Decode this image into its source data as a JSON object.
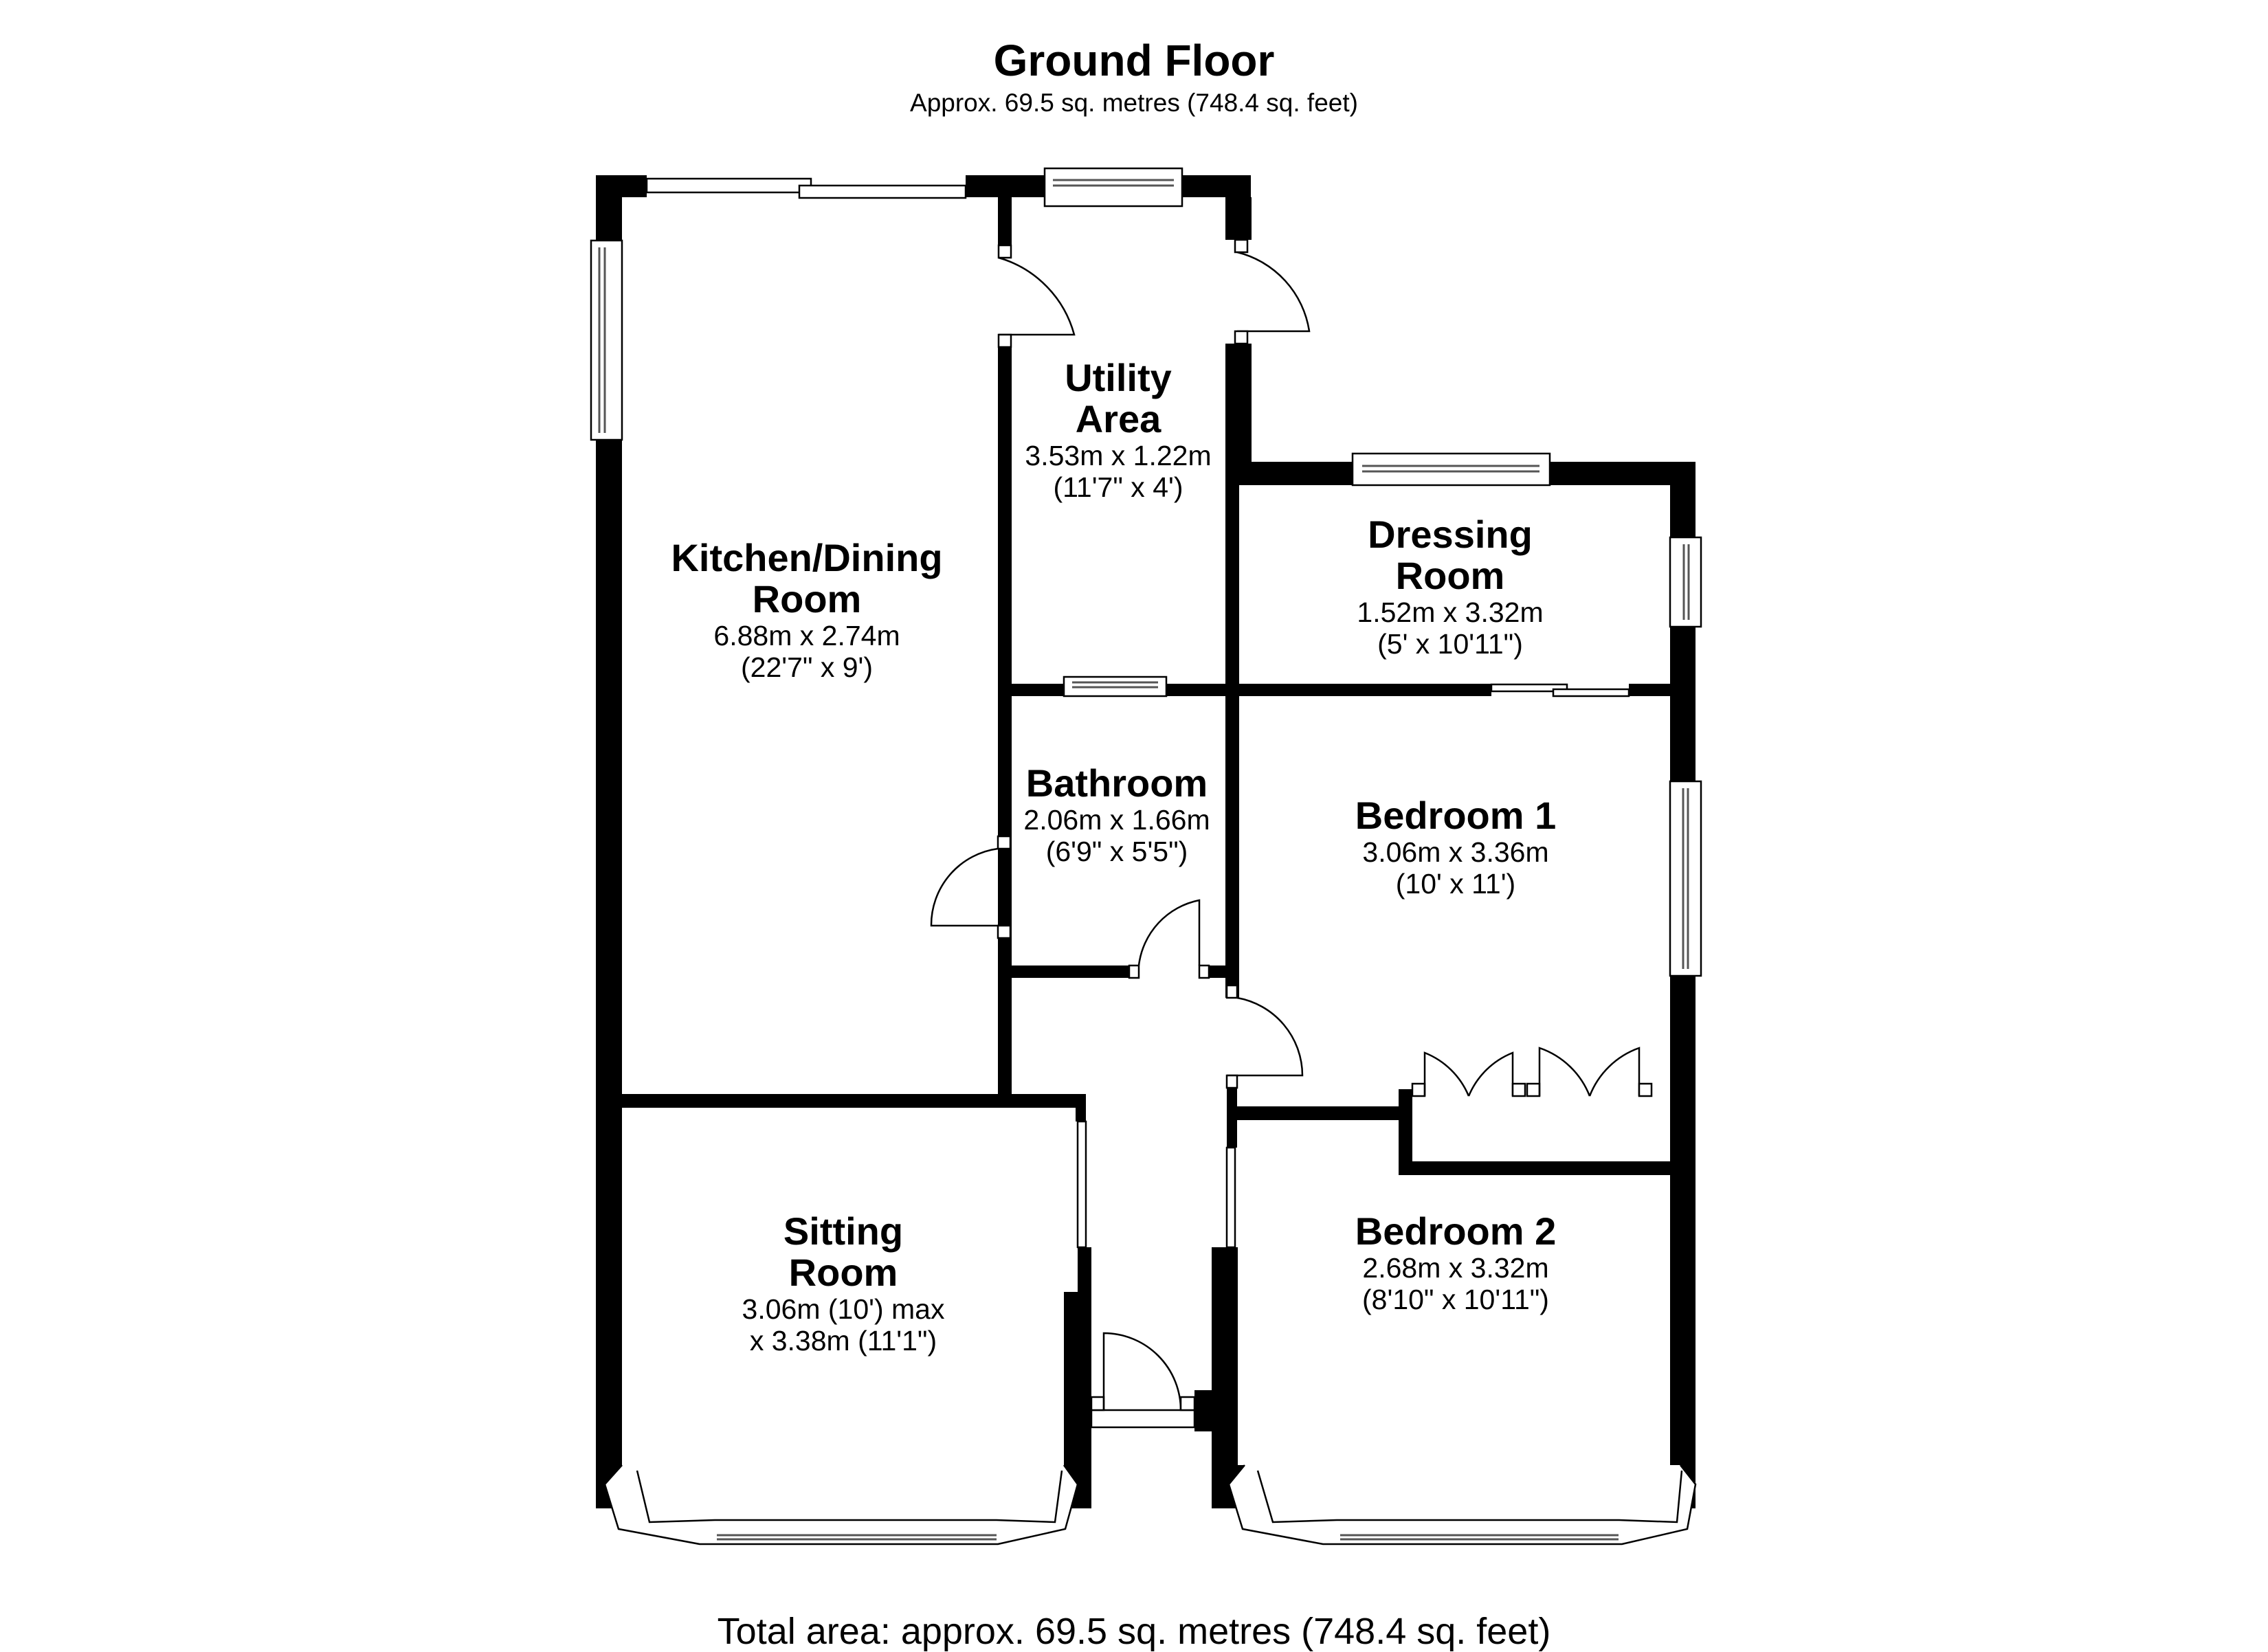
{
  "header": {
    "title": "Ground Floor",
    "subtitle": "Approx. 69.5 sq. metres (748.4 sq. feet)"
  },
  "rooms": [
    {
      "id": "kitchen-dining",
      "name_line1": "Kitchen/Dining",
      "name_line2": "Room",
      "dim_metric": "6.88m x 2.74m",
      "dim_imperial": "(22'7\" x 9')"
    },
    {
      "id": "utility",
      "name_line1": "Utility",
      "name_line2": "Area",
      "dim_metric": "3.53m x 1.22m",
      "dim_imperial": "(11'7\" x 4')"
    },
    {
      "id": "dressing",
      "name_line1": "Dressing",
      "name_line2": "Room",
      "dim_metric": "1.52m x 3.32m",
      "dim_imperial": "(5' x 10'11\")"
    },
    {
      "id": "bathroom",
      "name_line1": "Bathroom",
      "name_line2": "",
      "dim_metric": "2.06m x 1.66m",
      "dim_imperial": "(6'9\" x 5'5\")"
    },
    {
      "id": "bedroom-1",
      "name_line1": "Bedroom 1",
      "name_line2": "",
      "dim_metric": "3.06m x 3.36m",
      "dim_imperial": "(10' x 11')"
    },
    {
      "id": "sitting",
      "name_line1": "Sitting",
      "name_line2": "Room",
      "dim_metric": "3.06m (10') max",
      "dim_imperial": "x 3.38m (11'1\")"
    },
    {
      "id": "bedroom-2",
      "name_line1": "Bedroom 2",
      "name_line2": "",
      "dim_metric": "2.68m x 3.32m",
      "dim_imperial": "(8'10\" x 10'11\")"
    }
  ],
  "footer": {
    "total_area": "Total area: approx. 69.5 sq. metres (748.4 sq. feet)"
  },
  "colors": {
    "wall": "#000000",
    "background": "#ffffff",
    "glazing": "#555555"
  }
}
